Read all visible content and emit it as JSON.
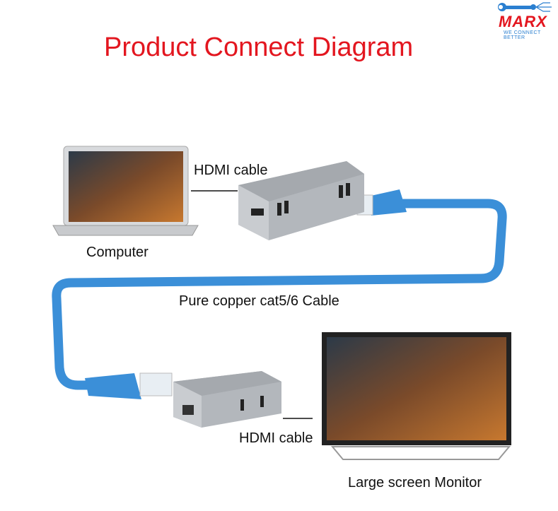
{
  "title": "Product Connect Diagram",
  "logo": {
    "brand": "MARX",
    "tagline": "WE CONNECT BETTER"
  },
  "labels": {
    "hdmi_cable_top": "HDMI cable",
    "computer": "Computer",
    "cat_cable": "Pure copper cat5/6 Cable",
    "hdmi_cable_bottom": "HDMI cable",
    "monitor": "Large screen Monitor"
  },
  "colors": {
    "title": "#e3161f",
    "cable": "#3b8fd8",
    "device": "#a9adb3"
  }
}
